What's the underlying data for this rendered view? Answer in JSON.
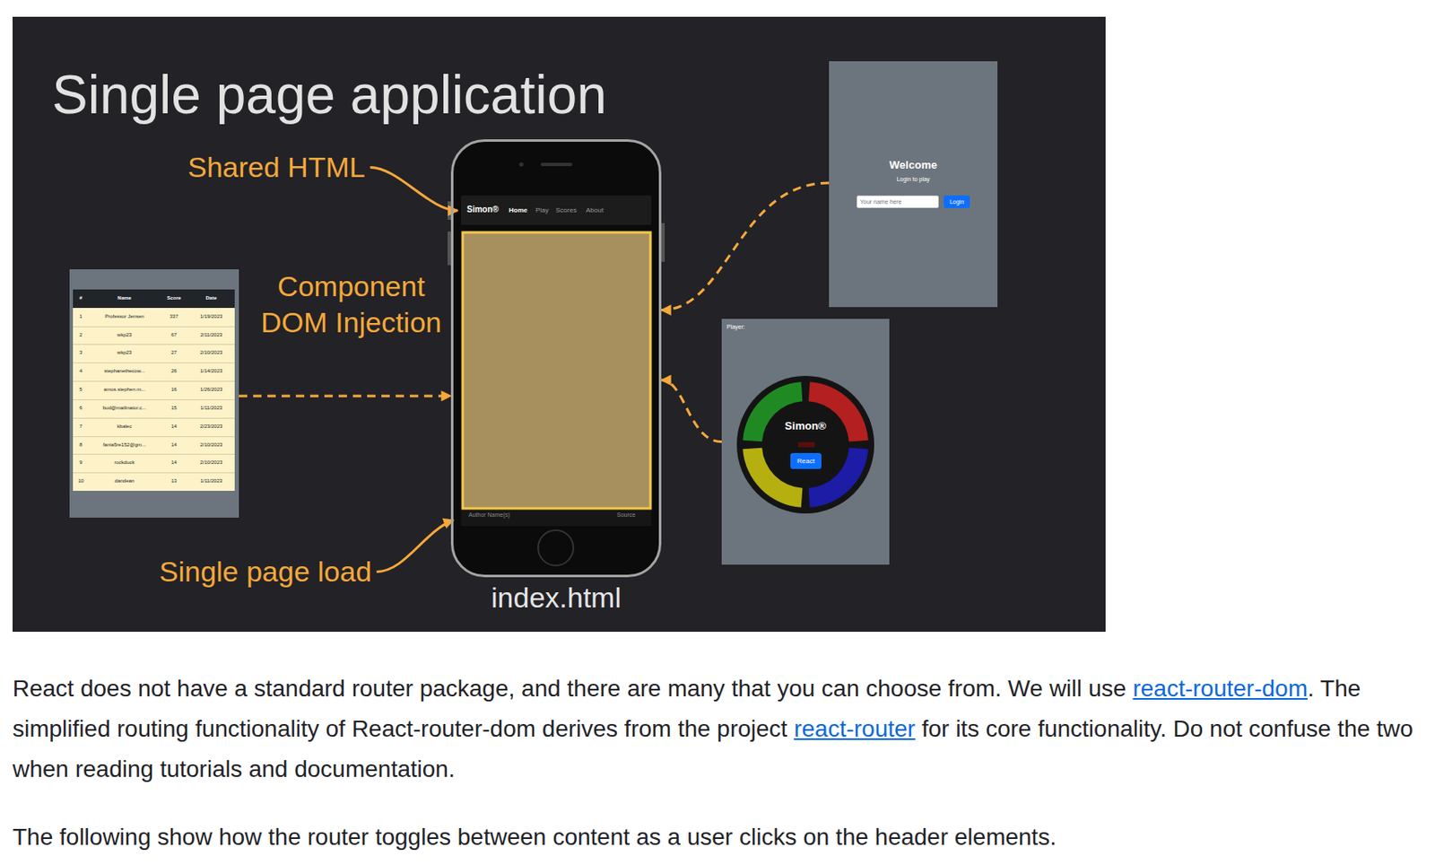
{
  "diagram": {
    "title": "Single page application",
    "nodes": [
      {
        "text": [
          "Simon®",
          "Home",
          "Play",
          "Scores",
          "About",
          "Author Name(s)",
          "Source",
          "index.html"
        ]
      },
      {
        "text": [
          "Welcome",
          "Login to play"
        ]
      },
      {
        "text": [
          "Your name here"
        ],
        "in": 1
      },
      {
        "text": [
          "Login"
        ],
        "in": 1
      },
      {
        "text": [
          "#",
          "Name",
          "Score",
          "Date",
          "1",
          "Professor Jensen",
          "337",
          "1/19/2023",
          "2",
          "wkp23",
          "67",
          "2/11/2023",
          "3",
          "wkp23",
          "27",
          "2/10/2023",
          "4",
          "stephanethecow...",
          "26",
          "1/14/2023",
          "5",
          "amos.stephen.m...",
          "16",
          "1/26/2023",
          "6",
          "bud@mailinator.c...",
          "15",
          "1/11/2023",
          "7",
          "kbalec",
          "14",
          "2/23/2023",
          "8",
          "fania5re152@gm...",
          "14",
          "2/10/2023",
          "9",
          "rockduck",
          "14",
          "2/10/2023",
          "10",
          "dandean",
          "13",
          "1/11/2023"
        ]
      },
      {
        "text": [
          "Player:"
        ]
      },
      {
        "text": [
          "Simon®"
        ],
        "in": 5
      },
      {
        "text": [
          "React"
        ],
        "in": 6
      }
    ],
    "edges": [
      {
        "from": 4,
        "to": 0,
        "arrow": "to"
      },
      {
        "from": 1,
        "to": 0,
        "arrow": "to"
      },
      {
        "from": 5,
        "to": 0,
        "arrow": "to"
      }
    ],
    "labels": [
      "Shared HTML",
      "Component DOM Injection",
      "Single page load",
      "React does not have a standard router package, and there are many that you can choose from. We will use ",
      "react-router-dom",
      ". The simplified routing functionality of React-router-dom derives from the project ",
      "react-router",
      " for its core functionality. Do not confuse the two when reading tutorials and documentation.",
      "The following show how the router toggles between content as a user clicks on the header elements."
    ]
  }
}
